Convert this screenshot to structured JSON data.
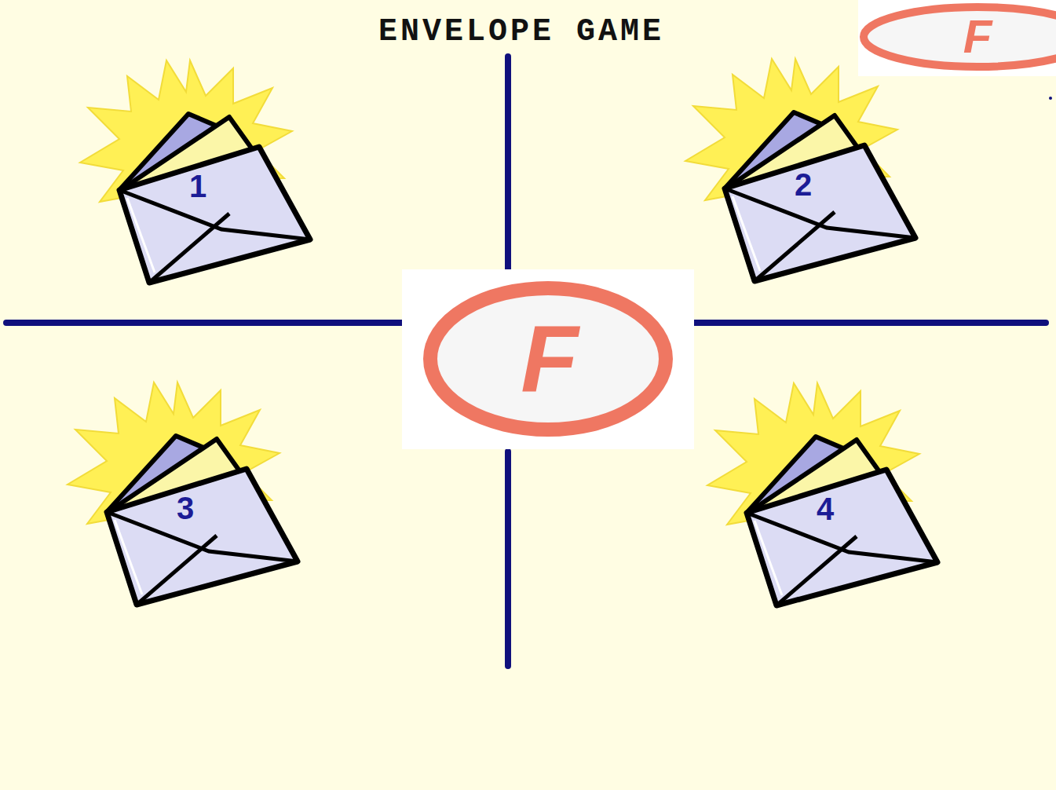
{
  "diagram": {
    "title": "ENVELOPE GAME",
    "labels": [
      "1",
      "2",
      "3",
      "4",
      "F",
      "F"
    ]
  }
}
